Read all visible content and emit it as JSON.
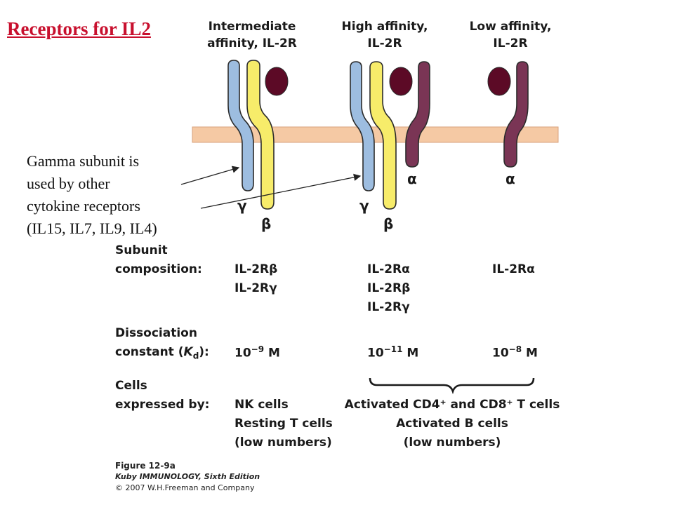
{
  "title": "Receptors for IL2",
  "columns": [
    {
      "header_line1": "Intermediate",
      "header_line2": "affinity, IL-2R",
      "composition": [
        "IL-2Rβ",
        "IL-2Rγ"
      ],
      "kd_exponent": "−9",
      "kd_unit": "M"
    },
    {
      "header_line1": "High affinity,",
      "header_line2": "IL-2R",
      "composition": [
        "IL-2Rα",
        "IL-2Rβ",
        "IL-2Rγ"
      ],
      "kd_exponent": "−11",
      "kd_unit": "M"
    },
    {
      "header_line1": "Low affinity,",
      "header_line2": "IL-2R",
      "composition": [
        "IL-2Rα"
      ],
      "kd_exponent": "−8",
      "kd_unit": "M"
    }
  ],
  "subunit_labels": {
    "gamma": "γ",
    "beta": "β",
    "alpha": "α"
  },
  "annotation": {
    "lines": [
      "Gamma subunit is",
      "used by other",
      "cytokine receptors",
      "(IL15, IL7, IL9, IL4)"
    ]
  },
  "rows": {
    "composition_label": [
      "Subunit",
      "composition:"
    ],
    "kd_label_line1": "Dissociation",
    "kd_label_line2_prefix": "constant (",
    "kd_label_k": "K",
    "kd_label_d": "d",
    "kd_label_suffix": "):",
    "kd_base": "10",
    "cells_label": [
      "Cells",
      "expressed by:"
    ]
  },
  "cells_expressed": {
    "intermediate": [
      "NK cells",
      "Resting T cells",
      "(low numbers)"
    ],
    "high_low_line1": "Activated CD4⁺ and CD8⁺ T cells",
    "high_low_line2": "Activated B cells",
    "high_low_line3": "(low numbers)"
  },
  "figure_caption": {
    "line1": "Figure 12-9a",
    "line2": "Kuby IMMUNOLOGY, Sixth Edition",
    "line3": "© 2007 W.H.Freeman and Company"
  },
  "colors": {
    "title": "#c8102e",
    "membrane": "#f5c9a4",
    "membrane_edge": "#d8a27c",
    "gamma": "#9dbde0",
    "beta": "#f7ec6a",
    "alpha": "#7a3555",
    "il2": "#5c0a26",
    "outline": "#2b2b2b"
  }
}
